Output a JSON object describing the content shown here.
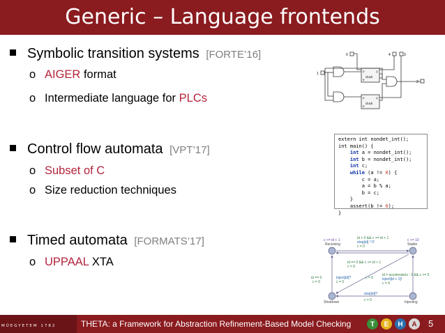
{
  "title": "Generic – Language frontends",
  "sections": [
    {
      "label": "Symbolic transition systems",
      "ref": "[FORTE’16]",
      "items": [
        {
          "hl": "AIGER",
          "rest": " format"
        },
        {
          "pre": "Intermediate language for ",
          "hl": "PLCs"
        }
      ]
    },
    {
      "label": "Control flow automata",
      "ref": "[VPT’17]",
      "items": [
        {
          "hl": "Subset of C"
        },
        {
          "pre": "Size reduction techniques"
        }
      ]
    },
    {
      "label": "Timed automata",
      "ref": "[FORMATS’17]",
      "items": [
        {
          "hl": "UPPAAL",
          "rest": " XTA"
        }
      ]
    }
  ],
  "bullet_marker": "o",
  "code": {
    "l1": "extern int nondet_int();",
    "l2": "int main() {",
    "l3a": "    ",
    "l3kw": "int",
    "l3b": " a = nondet_int();",
    "l4a": "    ",
    "l4kw": "int",
    "l4b": " b = nondet_int();",
    "l5a": "    ",
    "l5kw": "int",
    "l5b": " c;",
    "l6a": "    ",
    "l6kw": "while",
    "l6b": " (a != ",
    "l6num": "0",
    "l6c": ") {",
    "l7": "        c = a;",
    "l8": "        a = b % a;",
    "l9": "        b = c;",
    "l10": "    }",
    "l11a": "    assert(b != ",
    "l11num": "0",
    "l11b": ");",
    "l12": "}"
  },
  "circuit": {
    "in0": "0",
    "in1": "1",
    "in4": "4",
    "in3": "3",
    "in2": "2",
    "ff1_label": "clock",
    "ff2_label": "clock",
    "ff_d": "D",
    "ff_q": "Q",
    "ff_r": "R"
  },
  "automaton": {
    "receiving": "Receiving",
    "receiving_inv": "c <= id + 1",
    "stable": "Stable",
    "stable_inv": "c <= 10",
    "shutdown": "Shutdown",
    "shutdown_inv1": "id == 0",
    "shutdown_inv2": "c = 0",
    "injecting": "Injecting",
    "e_top1": "id > 0 && c >= id + 1",
    "e_top2": "stop[id] ! '0'",
    "e_top3": "c = 0",
    "e_mid1": "id == 0 && c >= id + 1",
    "e_mid2": "c = 0",
    "e_inj1": "inject[id]?",
    "e_inj2": "c = 0",
    "e_c0": "c = 0",
    "e_right1": "id = accelerators - 1 && c >= 5",
    "e_right2": "inject[id + 1]!",
    "e_right3": "c = 0",
    "e_bot1": "stop[id]?",
    "e_bot2": "c = 0"
  },
  "footer": {
    "logo": "MŰEGYETEM 1782",
    "text": "THETA: a Framework for Abstraction Refinement-Based Model Checking",
    "page": "5",
    "theta_letters": [
      "T",
      "E",
      "H",
      "A"
    ]
  }
}
